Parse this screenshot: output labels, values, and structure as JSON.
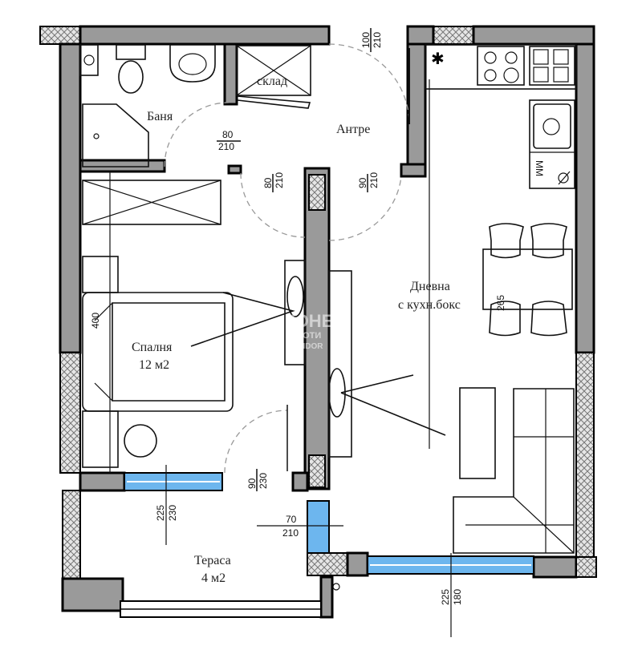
{
  "plan": {
    "rooms": {
      "bathroom": "Баня",
      "storage": "склад",
      "hallway": "Антре",
      "living_line1": "Дневна",
      "living_line2": "с кухн.бокс",
      "bedroom_line1": "Спалня",
      "bedroom_line2": "12 м2",
      "terrace_line1": "Тераса",
      "terrace_line2": "4 м2"
    },
    "openings": {
      "entrance": {
        "w": "100",
        "h": "210"
      },
      "bathroom_door": {
        "w": "80",
        "h": "210"
      },
      "bedroom_door": {
        "w": "80",
        "h": "210"
      },
      "living_door": {
        "w": "90",
        "h": "210"
      },
      "bedroom_terrace_door": {
        "w": "90",
        "h": "230"
      },
      "bedroom_window": {
        "sill": "225",
        "h": "230"
      },
      "terrace_door": {
        "w": "70",
        "h": "210"
      },
      "living_window": {
        "sill": "225",
        "h": "180"
      }
    },
    "furniture_labels": {
      "bed_width": "400",
      "table_dim": "265",
      "dishwasher": "MM"
    },
    "watermark": {
      "line1": "ЮНЕ",
      "line2": "ИМОТИ",
      "line3": "CONDOR"
    },
    "colors": {
      "wall": "#9a9a9a",
      "window": "#6db6ee",
      "line": "#111111"
    }
  }
}
